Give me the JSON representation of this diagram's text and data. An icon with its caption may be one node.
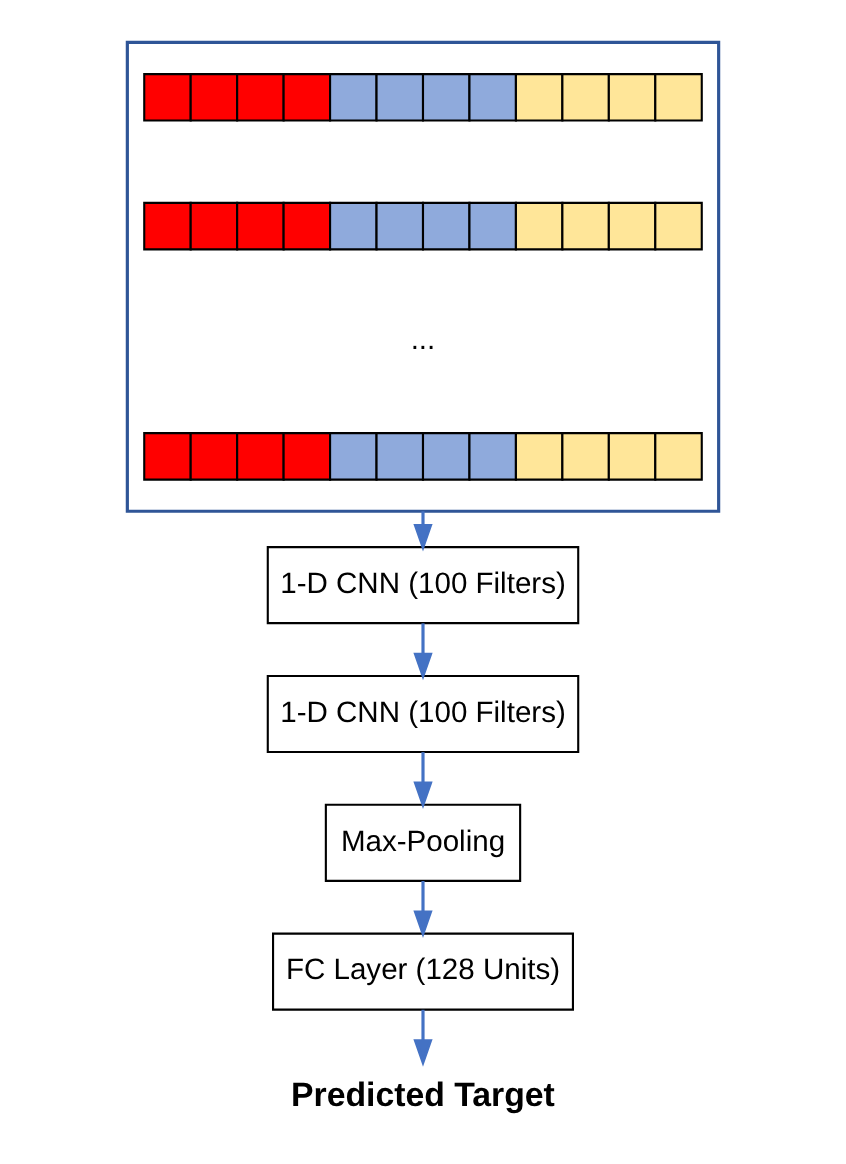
{
  "diagram": {
    "nodes": [
      {
        "text": [],
        "shape": "box"
      },
      {
        "text": [],
        "shape": "bar",
        "in": 0
      },
      {
        "text": [],
        "shape": "bar",
        "in": 0
      },
      {
        "text": [],
        "shape": "bar",
        "in": 0
      },
      {
        "text": [
          "1-D CNN (100 Filters)"
        ]
      },
      {
        "text": [
          "1-D CNN (100 Filters)"
        ]
      },
      {
        "text": [
          "Max-Pooling"
        ]
      },
      {
        "text": [
          "FC Layer (128 Units)"
        ]
      },
      {
        "text": [
          "Predicted Target"
        ]
      }
    ],
    "edges": [
      {
        "from": 0,
        "to": 4,
        "arrow": "to"
      },
      {
        "from": 4,
        "to": 5,
        "arrow": "to"
      },
      {
        "from": 5,
        "to": 6,
        "arrow": "to"
      },
      {
        "from": 6,
        "to": 7,
        "arrow": "to"
      },
      {
        "from": 7,
        "to": 8,
        "arrow": "to"
      }
    ],
    "labels": [
      "..."
    ]
  }
}
